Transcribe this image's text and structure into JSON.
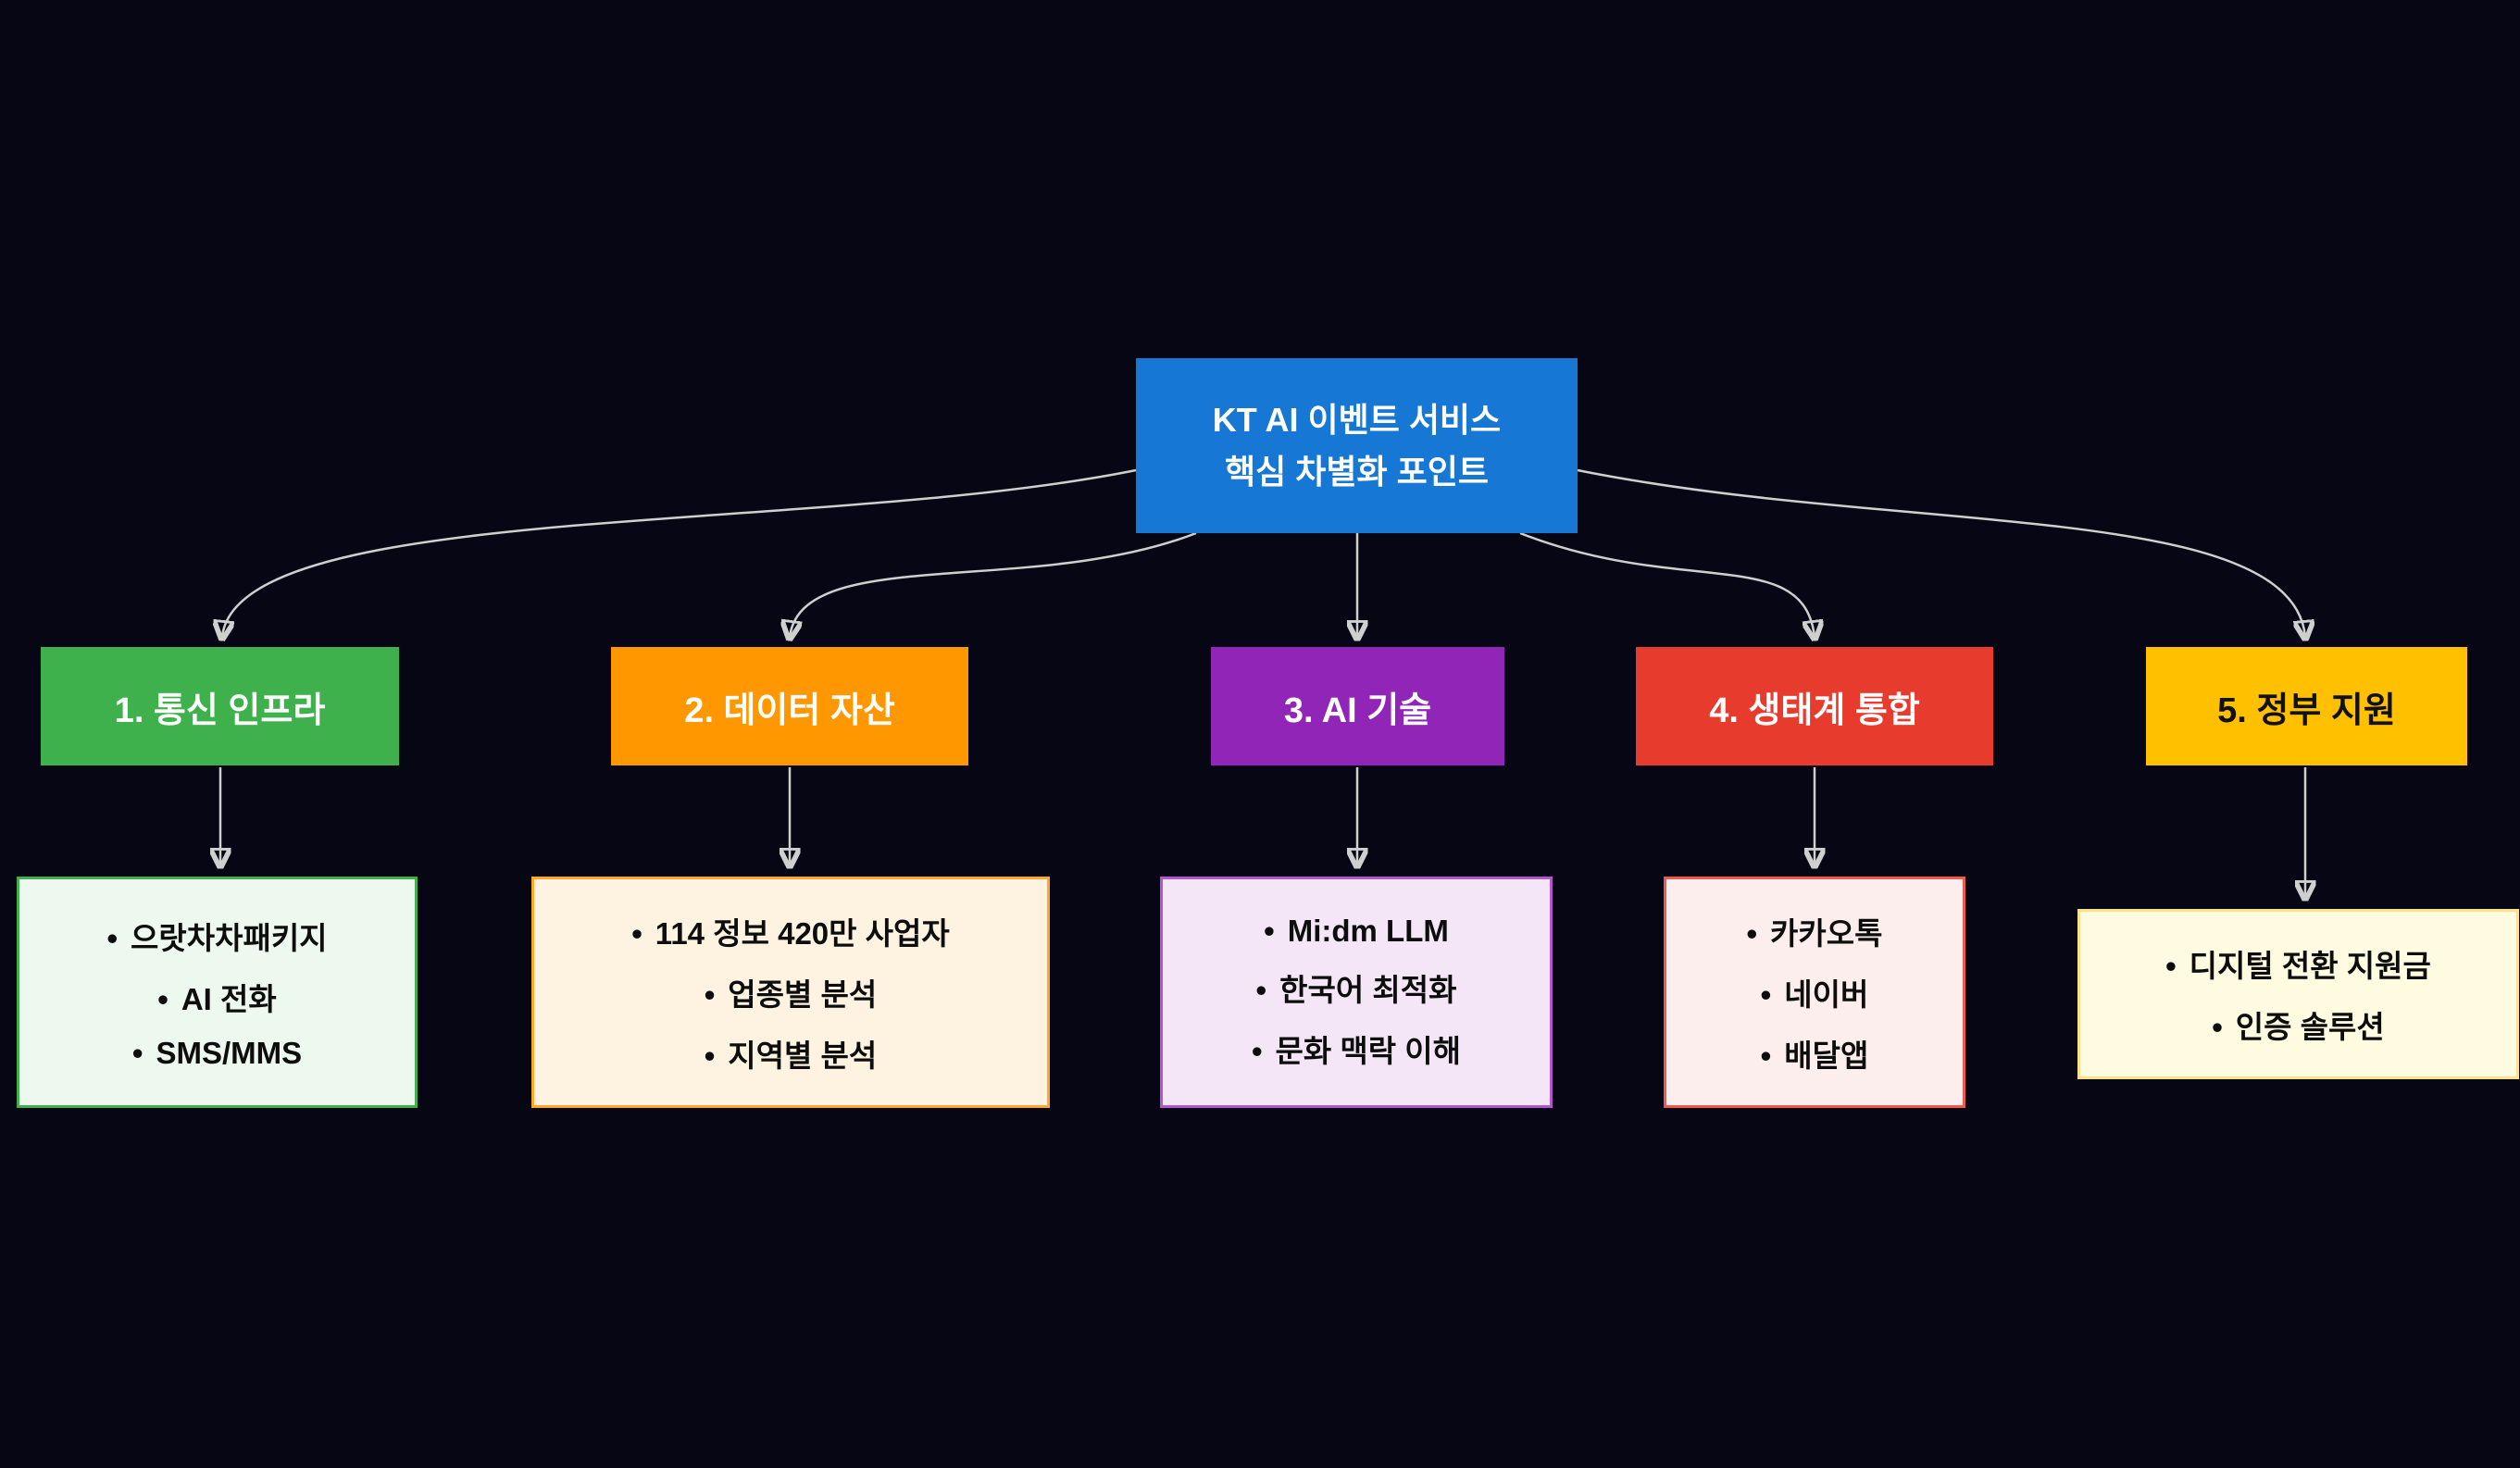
{
  "page": {
    "background": "#060614"
  },
  "connector_color": "#cfcfcf",
  "root": {
    "label_lines": [
      "KT AI 이벤트 서비스",
      "핵심 차별화 포인트"
    ],
    "bg": "#1677d4",
    "text_color": "#ffffff"
  },
  "branches": [
    {
      "key": "telecom-infra",
      "label": "1. 통신 인프라",
      "header_bg": "#3fb14c",
      "header_text": "#ffffff",
      "detail_bg": "#edf8ee",
      "detail_border": "#3fb14c",
      "items": [
        "으랏차차패키지",
        "AI 전화",
        "SMS/MMS"
      ]
    },
    {
      "key": "data-assets",
      "label": "2. 데이터 자산",
      "header_bg": "#ff9800",
      "header_text": "#ffffff",
      "detail_bg": "#fdf3e0",
      "detail_border": "#ffa726",
      "items": [
        "114 정보 420만 사업자",
        "업종별 분석",
        "지역별 분석"
      ]
    },
    {
      "key": "ai-tech",
      "label": "3. AI 기술",
      "header_bg": "#9025b8",
      "header_text": "#ffffff",
      "detail_bg": "#f4e6f7",
      "detail_border": "#b457cc",
      "items": [
        "Mi:dm LLM",
        "한국어 최적화",
        "문화 맥락 이해"
      ]
    },
    {
      "key": "ecosystem",
      "label": "4. 생태계 통합",
      "header_bg": "#e73b2e",
      "header_text": "#ffffff",
      "detail_bg": "#fdeeee",
      "detail_border": "#f0594f",
      "items": [
        "카카오톡",
        "네이버",
        "배달앱"
      ]
    },
    {
      "key": "gov-support",
      "label": "5. 정부 지원",
      "header_bg": "#ffc000",
      "header_text": "#111111",
      "detail_bg": "#fffbe0",
      "detail_border": "#ffe08a",
      "items": [
        "디지털 전환 지원금",
        "인증 솔루션"
      ]
    }
  ]
}
